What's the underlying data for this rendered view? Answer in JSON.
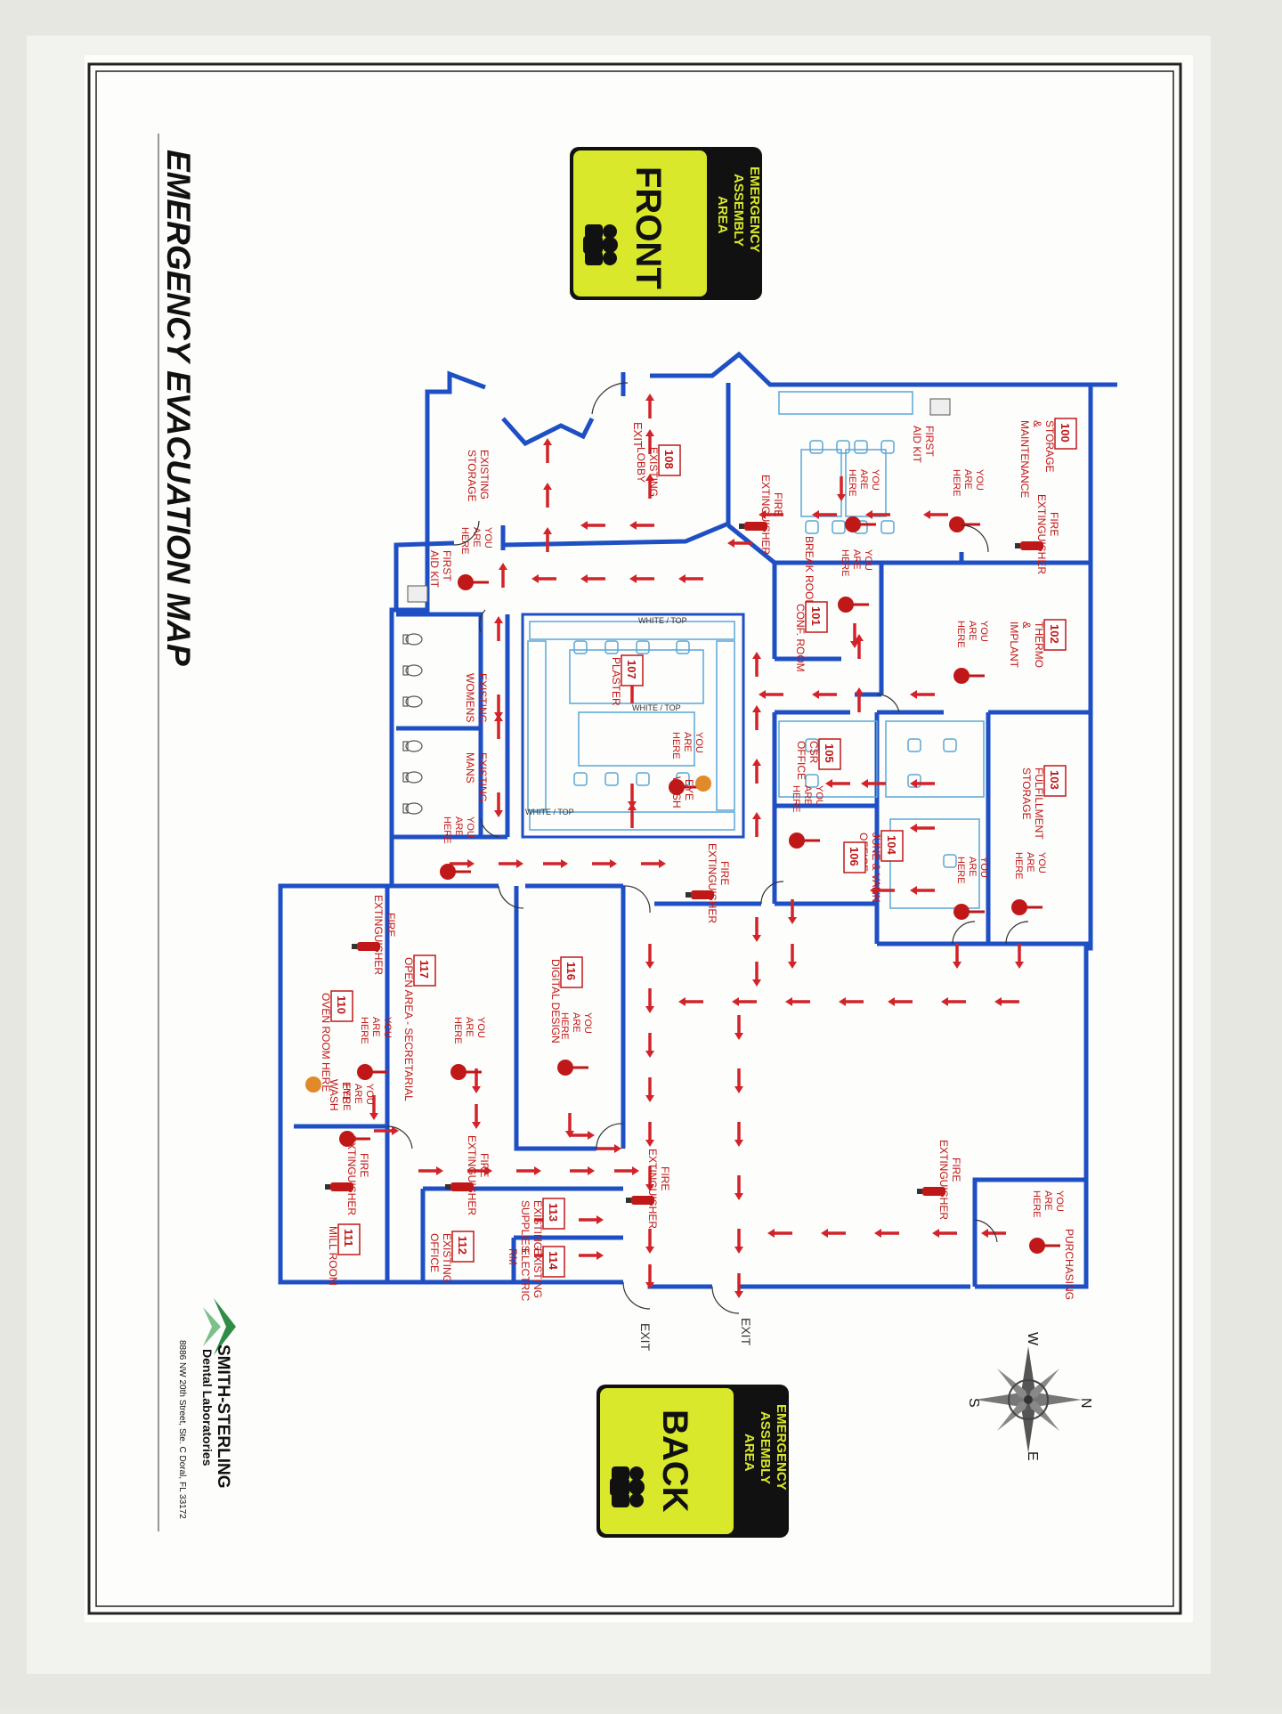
{
  "title": "EMERGENCY EVACUATION MAP",
  "assembly_front": {
    "heading": [
      "EMERGENCY",
      "ASSEMBLY",
      "AREA"
    ],
    "label": "FRONT"
  },
  "assembly_back": {
    "heading": [
      "EMERGENCY",
      "ASSEMBLY",
      "AREA"
    ],
    "label": "BACK"
  },
  "company": {
    "name": "SMITH-STERLING",
    "subtitle": "Dental Laboratories",
    "address": "8886 NW 20th Street, Ste. C Doral, FL 33172"
  },
  "compass": {
    "n": "N",
    "e": "E",
    "s": "S",
    "w": "W"
  },
  "rooms": [
    {
      "number": "100",
      "lines": [
        "STORAGE",
        "&",
        "MAINTENANCE"
      ]
    },
    {
      "number": "",
      "lines": [
        "BREAK ROOM"
      ]
    },
    {
      "number": "101",
      "lines": [
        "CONF. ROOM"
      ]
    },
    {
      "number": "102",
      "lines": [
        "THERMO",
        "&",
        "IMPLANT"
      ]
    },
    {
      "number": "103",
      "lines": [
        "FULFILLMENT",
        "STORAGE"
      ]
    },
    {
      "number": "104",
      "lines": [
        "JUNE & VANN",
        "OFFICE"
      ]
    },
    {
      "number": "105",
      "lines": [
        "CSR",
        "OFFICE"
      ]
    },
    {
      "number": "106",
      "lines": []
    },
    {
      "number": "107",
      "lines": [
        "PLASTER"
      ]
    },
    {
      "number": "108",
      "lines": [
        "EXISTING",
        "LOBBY"
      ]
    },
    {
      "number": "",
      "lines": [
        "EXISTING",
        "STORAGE"
      ]
    },
    {
      "number": "",
      "lines": [
        "EXISTING",
        "WOMENS"
      ]
    },
    {
      "number": "",
      "lines": [
        "EXISTING",
        "MANS"
      ]
    },
    {
      "number": "117",
      "lines": [
        "OPEN AREA - SECRETARIAL"
      ]
    },
    {
      "number": "116",
      "lines": [
        "DIGITAL DESIGN"
      ]
    },
    {
      "number": "110",
      "lines": [
        "OVEN ROOM HERE"
      ]
    },
    {
      "number": "111",
      "lines": [
        "MILL ROOM"
      ]
    },
    {
      "number": "112",
      "lines": [
        "EXISTING",
        "OFFICE"
      ]
    },
    {
      "number": "113",
      "lines": [
        "EXISTING",
        "SUPPLIES"
      ]
    },
    {
      "number": "114",
      "lines": [
        "EXISTING",
        "ELECTRIC",
        "RM"
      ]
    },
    {
      "number": "",
      "lines": [
        "PURCHASING"
      ]
    }
  ],
  "you_are_here": [
    "YOU",
    "ARE",
    "HERE"
  ],
  "fire_extinguisher": [
    "FIRE",
    "EXTINGUISHER"
  ],
  "first_aid": [
    "FIRST",
    "AID KIT"
  ],
  "eye_wash": [
    "EYE",
    "WASH"
  ],
  "exit_label": "EXIT",
  "counter_label": "WHITE / TOP"
}
